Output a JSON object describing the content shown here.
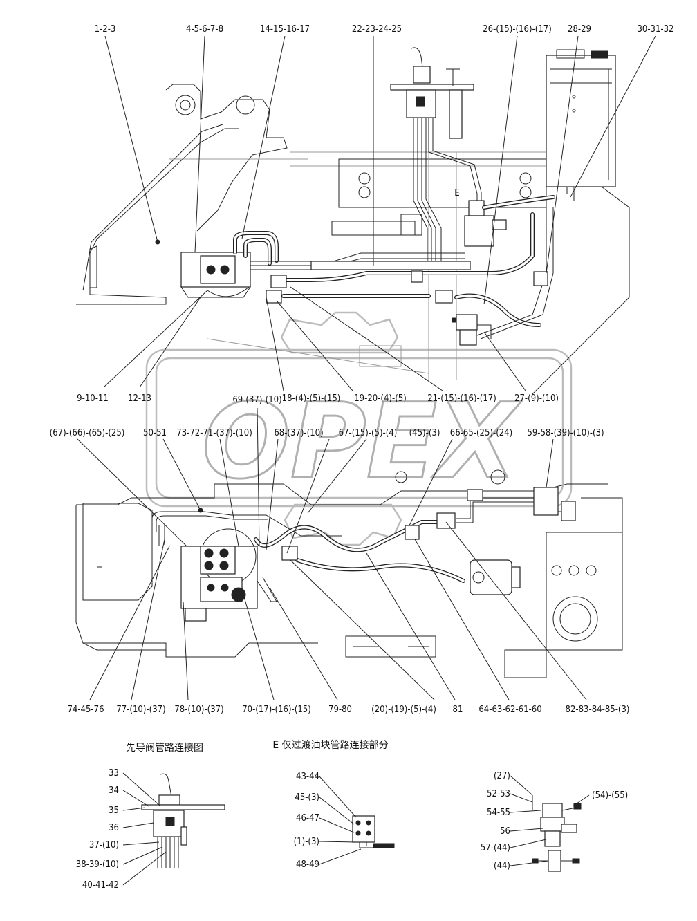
{
  "diagram": {
    "top_callouts": [
      "1-2-3",
      "4-5-6-7-8",
      "14-15-16-17",
      "22-23-24-25",
      "26-(15)-(16)-(17)",
      "28-29",
      "30-31-32"
    ],
    "upper_bottom_callouts": [
      "9-10-11",
      "12-13",
      "18-(4)-(5)-(15)",
      "19-20-(4)-(5)",
      "21-(15)-(16)-(17)",
      "27-(9)-(10)"
    ],
    "view_mark": "E",
    "middle_callouts": [
      "69-(37)-(10)",
      "(67)-(66)-(65)-(25)",
      "50-51",
      "73-72-71-(37)-(10)",
      "68-(37)-(10)",
      "67-(15)-(5)-(4)",
      "(45)-(3)",
      "66-65-(25)-(24)",
      "59-58-(39)-(10)-(3)"
    ],
    "lower_callouts": [
      "74-45-76",
      "77-(10)-(37)",
      "78-(10)-(37)",
      "70-(17)-(16)-(15)",
      "79-80",
      "(20)-(19)-(5)-(4)",
      "81",
      "64-63-62-61-60",
      "82-83-84-85-(3)"
    ],
    "watermark": "OPEX"
  },
  "details": {
    "pilot": {
      "title": "先导阀管路连接图",
      "labels": [
        "33",
        "34",
        "35",
        "36",
        "37-(10)",
        "38-39-(10)",
        "40-41-42"
      ]
    },
    "block": {
      "title": "E 仅过渡油块管路连接部分",
      "labels": [
        "43-44",
        "45-(3)",
        "46-47",
        "(1)-(3)",
        "48-49"
      ]
    },
    "filter": {
      "labels": [
        "(27)",
        "52-53",
        "54-55",
        "(54)-(55)",
        "56",
        "57-(44)",
        "(44)"
      ]
    }
  }
}
